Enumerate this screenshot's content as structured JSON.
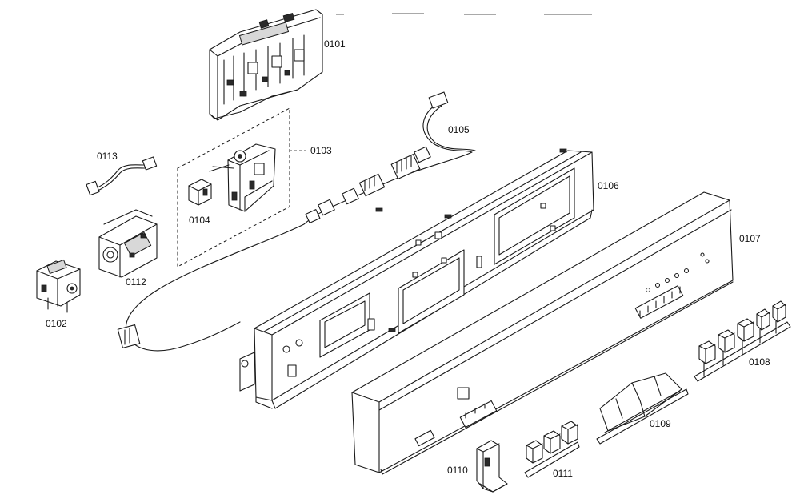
{
  "diagram": {
    "labels": {
      "p0101": "0101",
      "p0102": "0102",
      "p0103": "0103",
      "p0104": "0104",
      "p0105": "0105",
      "p0106": "0106",
      "p0107": "0107",
      "p0108": "0108",
      "p0109": "0109",
      "p0110": "0110",
      "p0111": "0111",
      "p0112": "0112",
      "p0113": "0113"
    }
  }
}
